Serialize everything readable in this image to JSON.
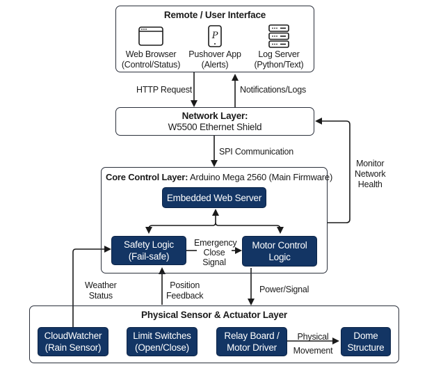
{
  "remote_layer": {
    "title": "Remote / User Interface",
    "clients": [
      {
        "icon": "browser-window-icon",
        "name": "Web Browser",
        "detail": "(Control/Status)"
      },
      {
        "icon": "smartphone-pushover-icon",
        "name": "Pushover App",
        "detail": "(Alerts)"
      },
      {
        "icon": "server-stack-icon",
        "name": "Log Server",
        "detail": "(Python/Text)"
      }
    ]
  },
  "network_layer": {
    "title": "Network Layer:",
    "subtitle": "W5500 Ethernet Shield"
  },
  "core_layer": {
    "title_bold": "Core Control Layer:",
    "title_rest": " Arduino Mega 2560 (Main Firmware)",
    "nodes": {
      "web_server": "Embedded Web Server",
      "safety_logic": [
        "Safety Logic",
        "(Fail-safe)"
      ],
      "motor_control": [
        "Motor Control",
        "Logic"
      ]
    }
  },
  "physical_layer": {
    "title": "Physical Sensor & Actuator Layer",
    "nodes": {
      "cloudwatcher": [
        "CloudWatcher",
        "(Rain Sensor)"
      ],
      "limit_switches": [
        "Limit Switches",
        "(Open/Close)"
      ],
      "relay_board": [
        "Relay Board /",
        "Motor Driver"
      ],
      "dome": [
        "Dome",
        "Structure"
      ]
    }
  },
  "edges": {
    "http_request": "HTTP Request",
    "notifications_logs": "Notifications/Logs",
    "spi": "SPI Communication",
    "monitor": [
      "Monitor",
      "Network",
      "Health"
    ],
    "emergency": [
      "Emergency",
      "Close",
      "Signal"
    ],
    "weather": [
      "Weather",
      "Status"
    ],
    "position": [
      "Position",
      "Feedback"
    ],
    "power": "Power/Signal",
    "physical": [
      "Physical",
      "Movement"
    ]
  },
  "colors": {
    "node_fill": "#133564",
    "border": "#2a2f3a"
  }
}
